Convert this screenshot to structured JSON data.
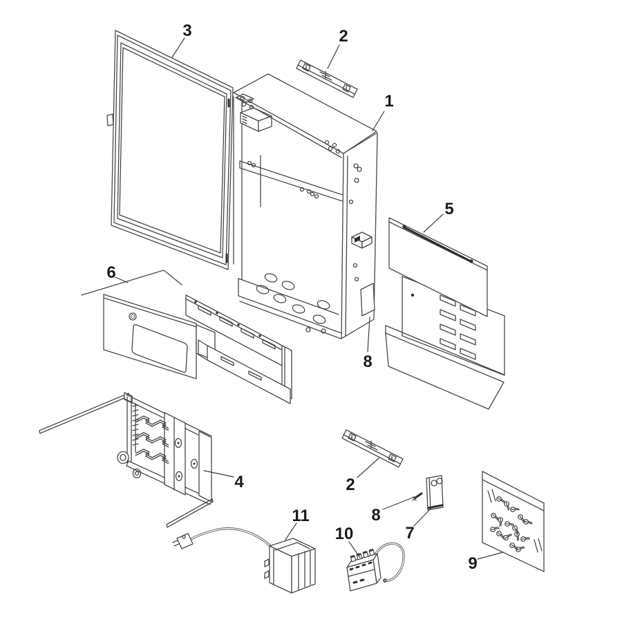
{
  "page": {
    "background_color": "#ffffff",
    "line_color": "#474747",
    "callout_text_color": "#1b1b1b"
  },
  "figure": {
    "kind": "exploded-parts-diagram",
    "callouts": [
      {
        "part": "door-frame",
        "label": "3"
      },
      {
        "part": "mounting-bracket-upper",
        "label": "2"
      },
      {
        "part": "cabinet-enclosure",
        "label": "1"
      },
      {
        "part": "side-cover-panel",
        "label": "5"
      },
      {
        "part": "inner-panel-set",
        "label": "6"
      },
      {
        "part": "label-plate-screw-upper",
        "label": "8"
      },
      {
        "part": "bracket-assembly",
        "label": "4"
      },
      {
        "part": "mounting-bracket-lower",
        "label": "2"
      },
      {
        "part": "screw-lower",
        "label": "8"
      },
      {
        "part": "small-plate",
        "label": "7"
      },
      {
        "part": "terminal-block",
        "label": "10"
      },
      {
        "part": "transformer",
        "label": "11"
      },
      {
        "part": "hardware-bag",
        "label": "9"
      }
    ]
  }
}
